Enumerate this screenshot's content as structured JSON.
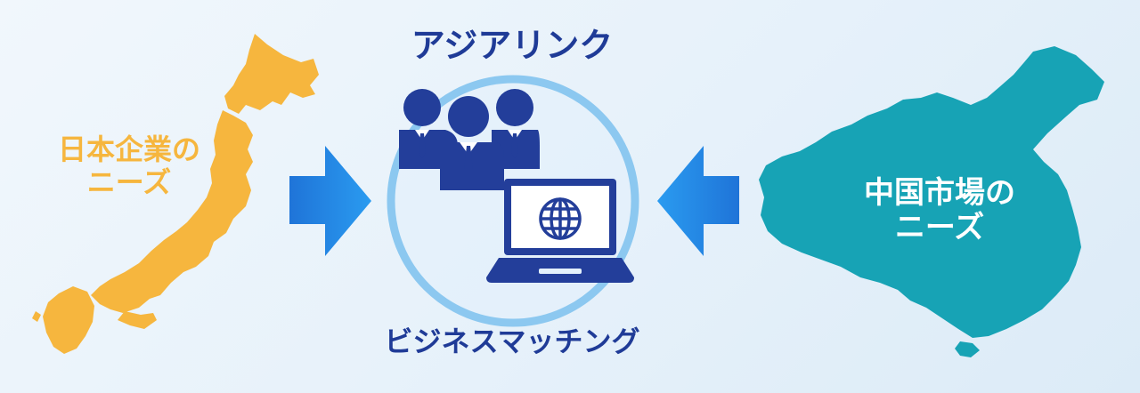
{
  "center": {
    "title": "アジアリンク",
    "caption": "ビジネスマッチング"
  },
  "japan": {
    "label_line1": "日本企業の",
    "label_line2": "ニーズ"
  },
  "china": {
    "label_line1": "中国市場の",
    "label_line2": "ニーズ"
  },
  "icons": [
    "japan-map-icon",
    "china-map-icon",
    "people-group-icon",
    "laptop-icon",
    "globe-icon",
    "arrow-right-icon",
    "arrow-left-icon"
  ],
  "colors": {
    "japan": "#f6b63e",
    "china": "#17a3b5",
    "navy": "#1f3b97",
    "arrow": "#1b8fea",
    "ring": "#8cc8f0"
  }
}
